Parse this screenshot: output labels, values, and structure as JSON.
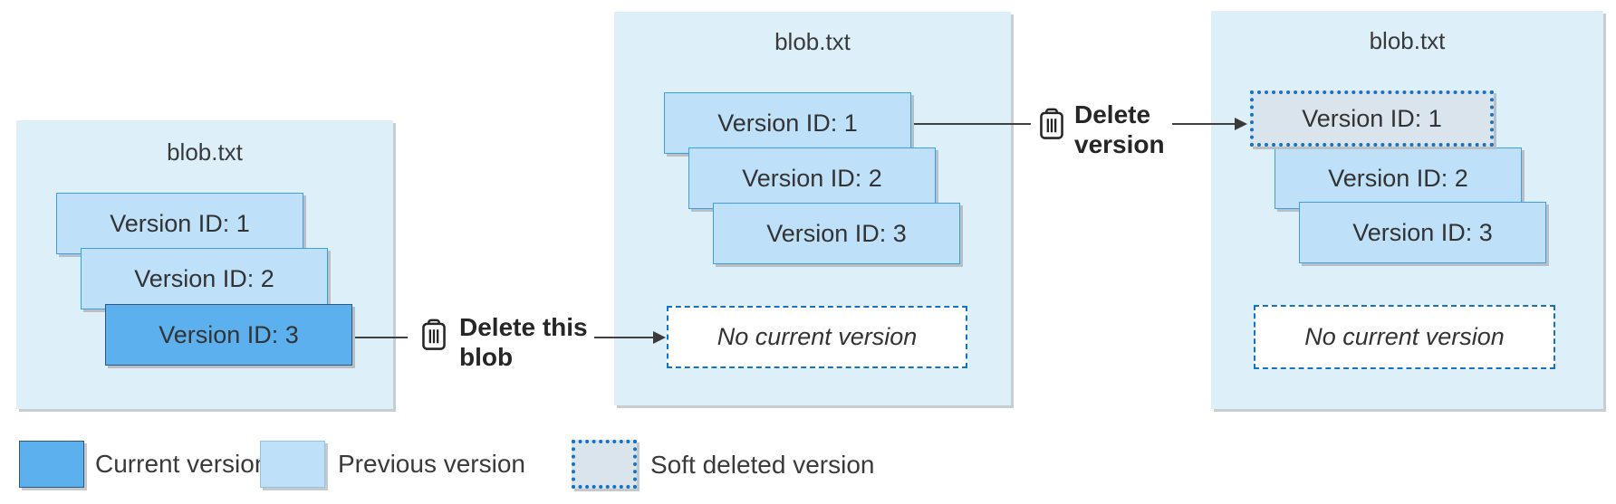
{
  "colors": {
    "panel_background": "#ddf0fa",
    "previous_version_fill": "#bee0f8",
    "previous_version_border": "#3f9de5",
    "current_version_fill": "#5cb0ee",
    "current_version_border": "#33567e",
    "soft_deleted_fill": "#d9e4ec",
    "soft_deleted_dot_blue": "#1273c8",
    "soft_deleted_gray": "#a9b1b9",
    "dashed_border_blue": "#1273c8",
    "arrow_color": "#3a3a3a",
    "text_color": "#3a3a3a"
  },
  "panels": [
    {
      "title": "blob.txt",
      "versions": [
        {
          "label": "Version ID: 1",
          "state": "previous"
        },
        {
          "label": "Version ID: 2",
          "state": "previous"
        },
        {
          "label": "Version ID: 3",
          "state": "current"
        }
      ]
    },
    {
      "title": "blob.txt",
      "versions": [
        {
          "label": "Version ID: 1",
          "state": "previous"
        },
        {
          "label": "Version ID: 2",
          "state": "previous"
        },
        {
          "label": "Version ID: 3",
          "state": "previous"
        }
      ],
      "placeholder": "No current version"
    },
    {
      "title": "blob.txt",
      "versions": [
        {
          "label": "Version ID: 1",
          "state": "soft-deleted"
        },
        {
          "label": "Version ID: 2",
          "state": "previous"
        },
        {
          "label": "Version ID: 3",
          "state": "previous"
        }
      ],
      "placeholder": "No current version"
    }
  ],
  "actions": [
    {
      "icon": "trash-icon",
      "line1": "Delete this",
      "line2": "blob"
    },
    {
      "icon": "trash-icon",
      "line1": "Delete",
      "line2": "version"
    }
  ],
  "legend": [
    {
      "swatch": "current",
      "label": "Current version"
    },
    {
      "swatch": "previous",
      "label": "Previous version"
    },
    {
      "swatch": "soft-deleted",
      "label": "Soft deleted version"
    }
  ]
}
